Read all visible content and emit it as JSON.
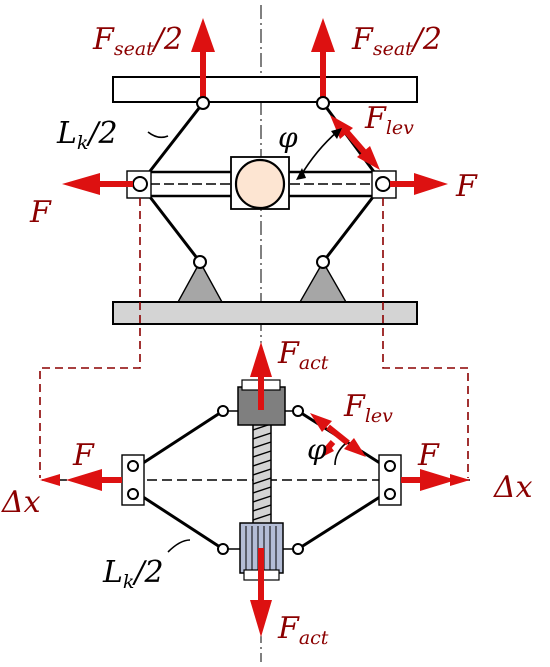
{
  "labels": {
    "f_seat_left": "F",
    "f_seat_left_sub": "seat",
    "f_seat_left_tail": "/2",
    "f_seat_right": "F",
    "f_seat_right_sub": "seat",
    "f_seat_right_tail": "/2",
    "lk_top": "L",
    "lk_top_sub": "k",
    "lk_top_tail": "/2",
    "phi_top": "φ",
    "f_lev_top": "F",
    "f_lev_top_sub": "lev",
    "f_left_top": "F",
    "f_right_top": "F",
    "f_act_top": "F",
    "f_act_top_sub": "act",
    "f_lev_bottom": "F",
    "f_lev_bottom_sub": "lev",
    "phi_bottom": "φ",
    "f_left_bottom": "F",
    "f_right_bottom": "F",
    "dx_left": "Δx",
    "dx_right": "Δx",
    "lk_bottom": "L",
    "lk_bottom_sub": "k",
    "lk_bottom_tail": "/2",
    "f_act_bottom": "F",
    "f_act_bottom_sub": "act"
  },
  "colors": {
    "force_arrow": "#dd1111",
    "label_text": "#8b0000",
    "support_fill": "#a6a6a6",
    "base_fill": "#d4d4d4",
    "roller_fill": "#fde5d2",
    "nut_fill": "#7f7f7f",
    "motor_fill": "#b4bdd6"
  }
}
